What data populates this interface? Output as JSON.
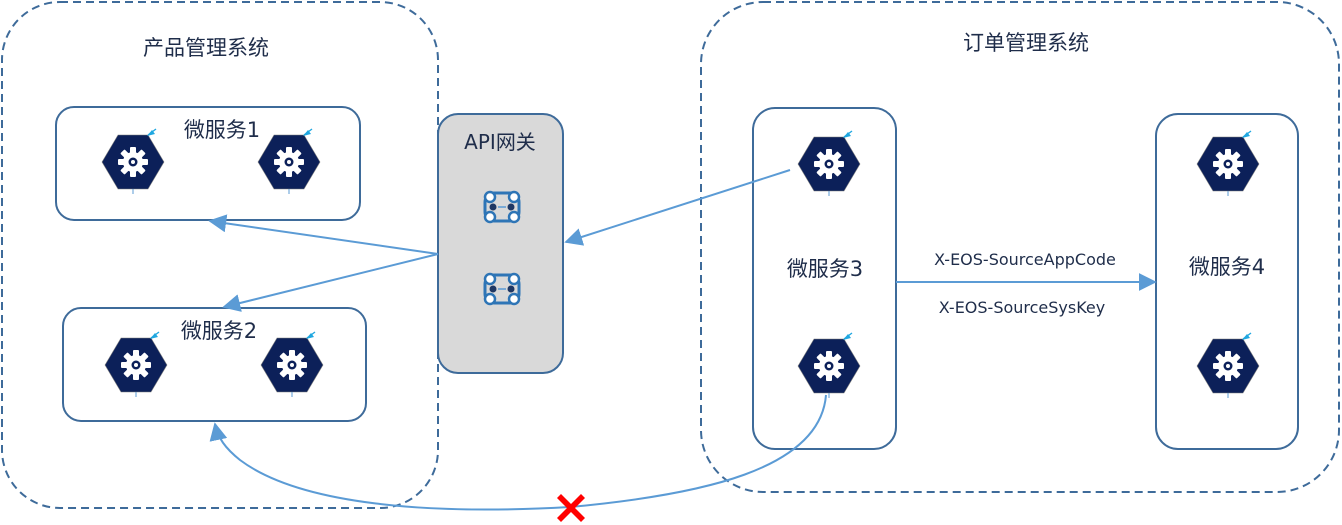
{
  "colors": {
    "system_border": "#3e6b9a",
    "service_border": "#3e6b9a",
    "gateway_fill": "#d9d9d9",
    "gateway_border": "#3e6b9a",
    "hexagon_fill": "#0c2059",
    "gear_fill": "#ffffff",
    "connector_line": "#5b9bd5",
    "pin_arrow": "#1fa7e0",
    "blocked_mark": "#ff0000",
    "text": "#1f2d4a"
  },
  "systems": [
    {
      "id": "product",
      "title": "产品管理系统"
    },
    {
      "id": "order",
      "title": "订单管理系统"
    }
  ],
  "gateway": {
    "title": "API网关",
    "icons": [
      "service-mesh-icon",
      "service-mesh-icon"
    ]
  },
  "services": [
    {
      "id": "svc1",
      "title": "微服务1",
      "system": "product",
      "instances": 2
    },
    {
      "id": "svc2",
      "title": "微服务2",
      "system": "product",
      "instances": 2
    },
    {
      "id": "svc3",
      "title": "微服务3",
      "system": "order",
      "instances": 2
    },
    {
      "id": "svc4",
      "title": "微服务4",
      "system": "order",
      "instances": 2
    }
  ],
  "connections": [
    {
      "from": "svc3",
      "to": "gateway",
      "style": "arrow"
    },
    {
      "from": "gateway",
      "to": "svc1",
      "style": "arrow"
    },
    {
      "from": "gateway",
      "to": "svc2",
      "style": "arrow"
    },
    {
      "from": "svc3",
      "to": "svc4",
      "style": "arrow",
      "labels": [
        "X-EOS-SourceAppCode",
        "X-EOS-SourceSysKey"
      ]
    },
    {
      "from": "svc3",
      "to": "svc2",
      "style": "curved-arrow",
      "blocked": true
    }
  ],
  "labels": {
    "header_top": "X-EOS-SourceAppCode",
    "header_bottom": "X-EOS-SourceSysKey"
  }
}
